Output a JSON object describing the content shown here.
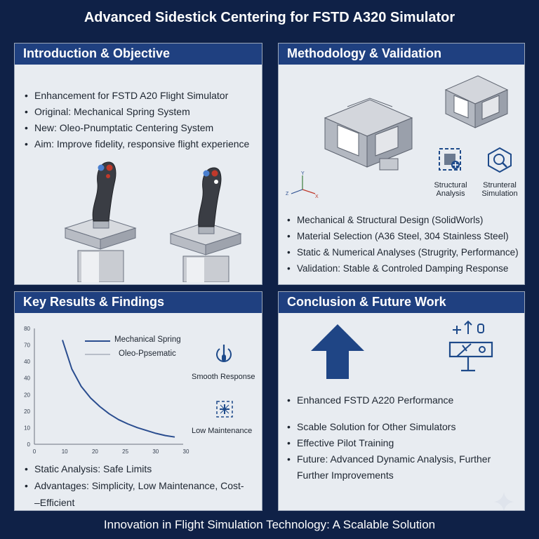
{
  "title": "Advanced Sidestick Centering for FSTD A320 Simulator",
  "footer": "Innovation in Flight Simulation Technology: A Scalable Solution",
  "intro": {
    "heading": "Introduction & Objective",
    "bullets": [
      "Enhancement for FSTD A20 Flight Simulator",
      "Original: Mechanical Spring System",
      "New: Oleo-Pnumptatic Centering System",
      "Aim: Improve fidelity, responsive flight experience"
    ]
  },
  "method": {
    "heading": "Methodology & Validation",
    "icons": [
      {
        "label": "Structural Analysis",
        "icon": "structural-analysis-icon"
      },
      {
        "label": "Strunteral Simulation",
        "icon": "simulation-icon"
      }
    ],
    "axes": {
      "x": "X",
      "y": "Y",
      "z": "Z"
    },
    "bullets": [
      "Mechanical & Structural Design (SolidWorls)",
      "Material Selection (A36 Steel, 304 Stainless Steel)",
      "Static & Numerical Analyses (Strugrity, Performance)",
      "Validation: Stable & Controled Damping Response"
    ]
  },
  "results": {
    "heading": "Key Results & Findings",
    "side_items": [
      {
        "label": "Smooth Response",
        "icon": "smooth-response-icon"
      },
      {
        "label": "Low Maintenance",
        "icon": "low-maintenance-icon"
      }
    ],
    "bullets": [
      "Static Analysis: Safe Limits",
      "Advantages: Simplicity, Low Maintenance, Cost-\n–Efficient"
    ]
  },
  "chart_data": {
    "type": "line",
    "title": "",
    "xlabel": "",
    "ylabel": "",
    "x_ticks": [
      0,
      10,
      20,
      25,
      30,
      30
    ],
    "y_ticks": [
      80,
      70,
      40,
      40,
      20,
      20,
      10,
      0
    ],
    "series": [
      {
        "name": "Mechanical Spring",
        "color": "#2a4d8f",
        "x": [
          6,
          8,
          10,
          12,
          14,
          16,
          18,
          20,
          22,
          24,
          26,
          28,
          30
        ],
        "y": [
          72,
          52,
          40,
          32,
          26,
          21,
          17,
          14,
          11.5,
          9.5,
          7.5,
          6,
          5
        ]
      },
      {
        "name": "Oleo-Ppsematic",
        "color": "#b8bec8",
        "x": [],
        "y": []
      }
    ]
  },
  "conclusion": {
    "heading": "Conclusion & Future Work",
    "bullets": [
      "Enhanced FSTD A220 Performance",
      "Scable Solution for Other Simulators",
      "Effective Pilot Training",
      "Future: Advanced Dynamic Analysis, Further\nFurther Improvements"
    ],
    "icons": [
      "up-arrow-icon",
      "sidestick-future-icon"
    ]
  },
  "colors": {
    "background": "#0f2147",
    "header": "#1f4080",
    "panel": "#e8ecf1",
    "accent": "#1e4a8a",
    "stick_red": "#c0392b"
  }
}
